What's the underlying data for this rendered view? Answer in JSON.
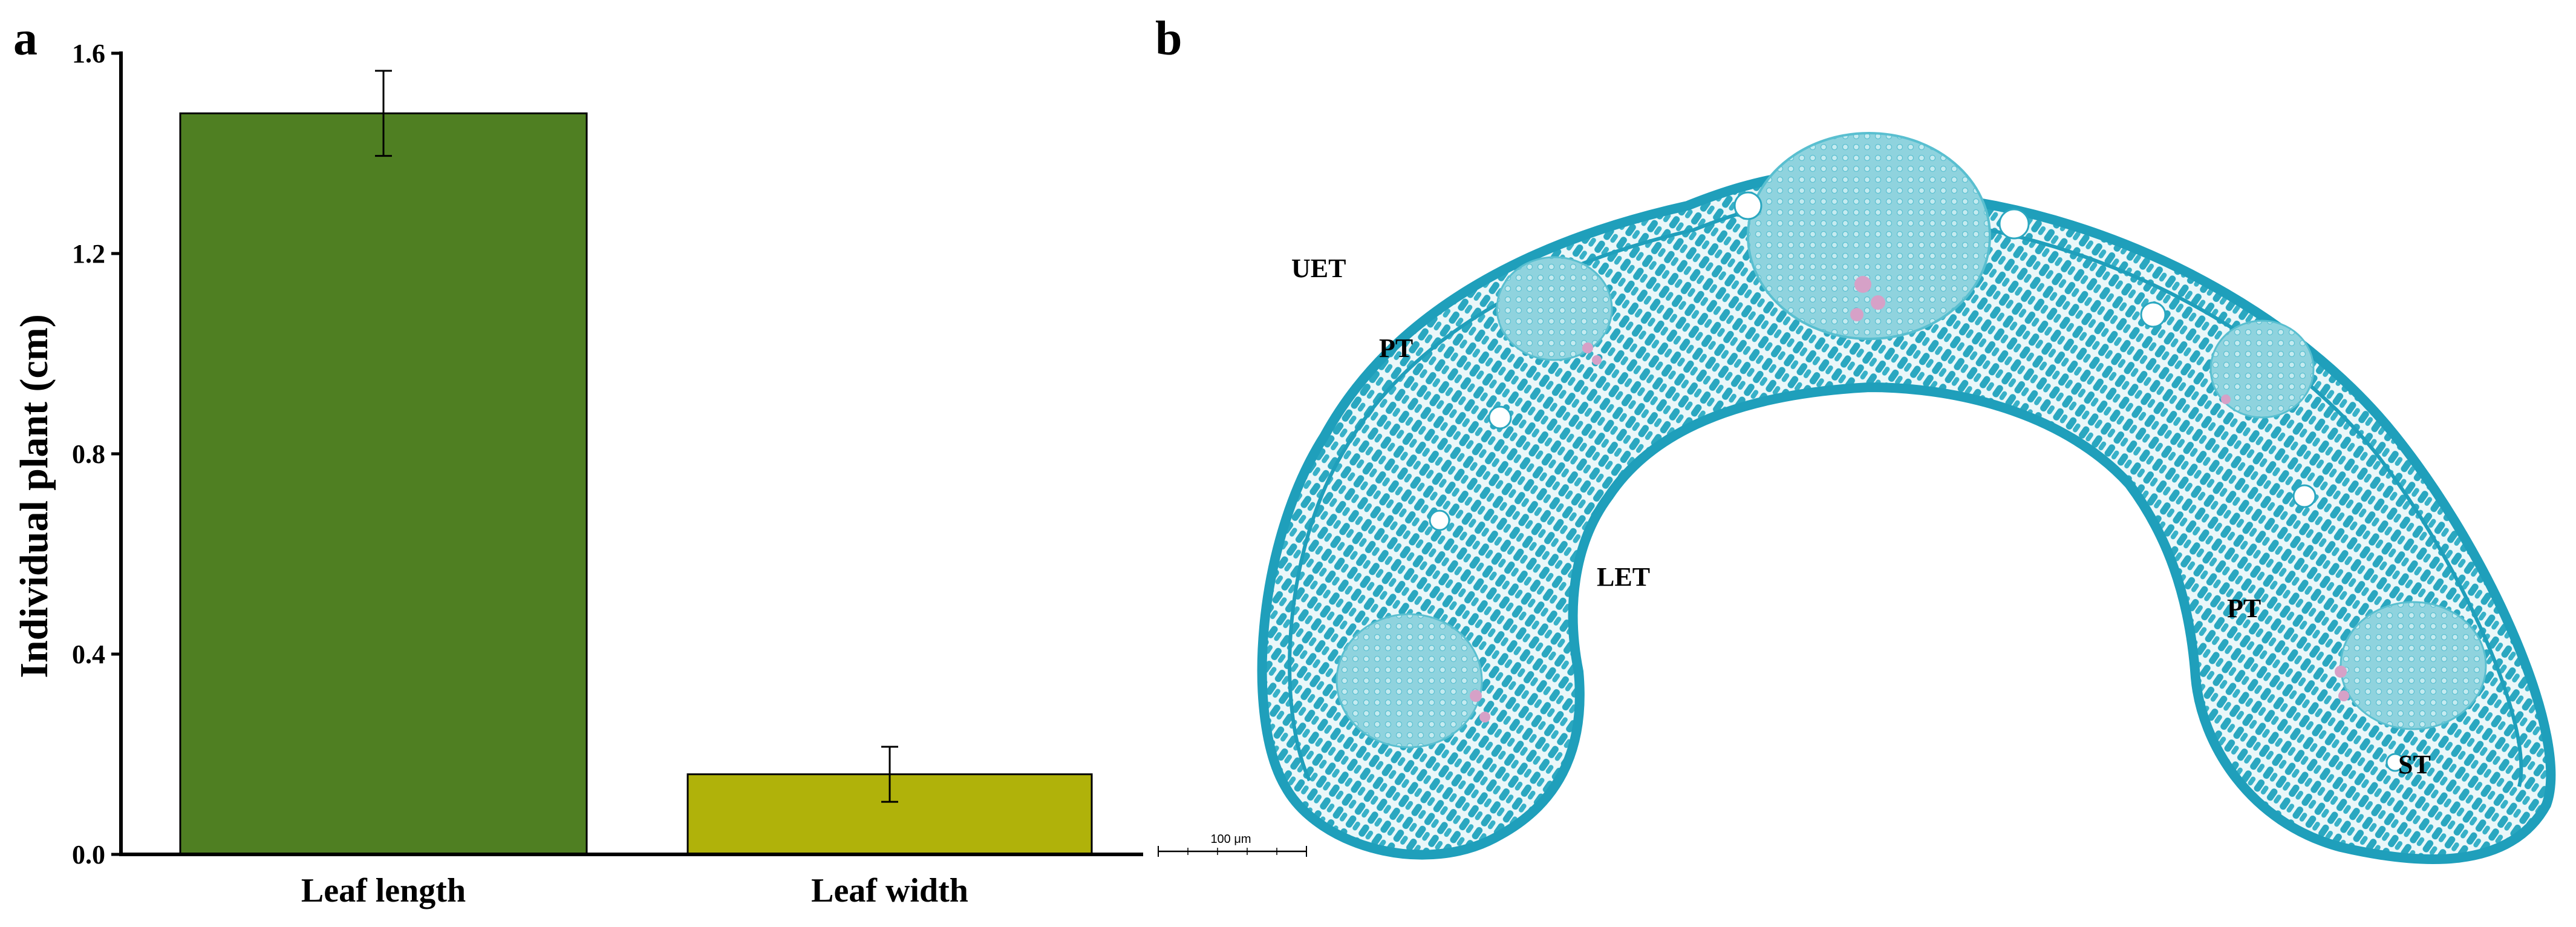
{
  "panels": {
    "a_label": "a",
    "b_label": "b"
  },
  "colors": {
    "bar_leaf_length": "#4f7f22",
    "bar_leaf_width": "#b0b20a",
    "tissue_stain": "#2aa7c0",
    "tissue_light": "#8fd3de",
    "vascular_pink": "#d6a1c7"
  },
  "chart_data": {
    "type": "bar",
    "categories": [
      "Leaf length",
      "Leaf width"
    ],
    "values": [
      1.48,
      0.16
    ],
    "errors": [
      0.085,
      0.055
    ],
    "ylabel": "Individual plant (cm)",
    "xlabel": "",
    "ylim": [
      0,
      1.6
    ],
    "yticks": [
      "0.0",
      "0.4",
      "0.8",
      "1.2",
      "1.6"
    ],
    "grid": false,
    "legend": "none"
  },
  "micrograph": {
    "annotations": [
      "UET",
      "PT",
      "LET",
      "PT",
      "ST"
    ],
    "scale_bar_label": "100 μm"
  }
}
